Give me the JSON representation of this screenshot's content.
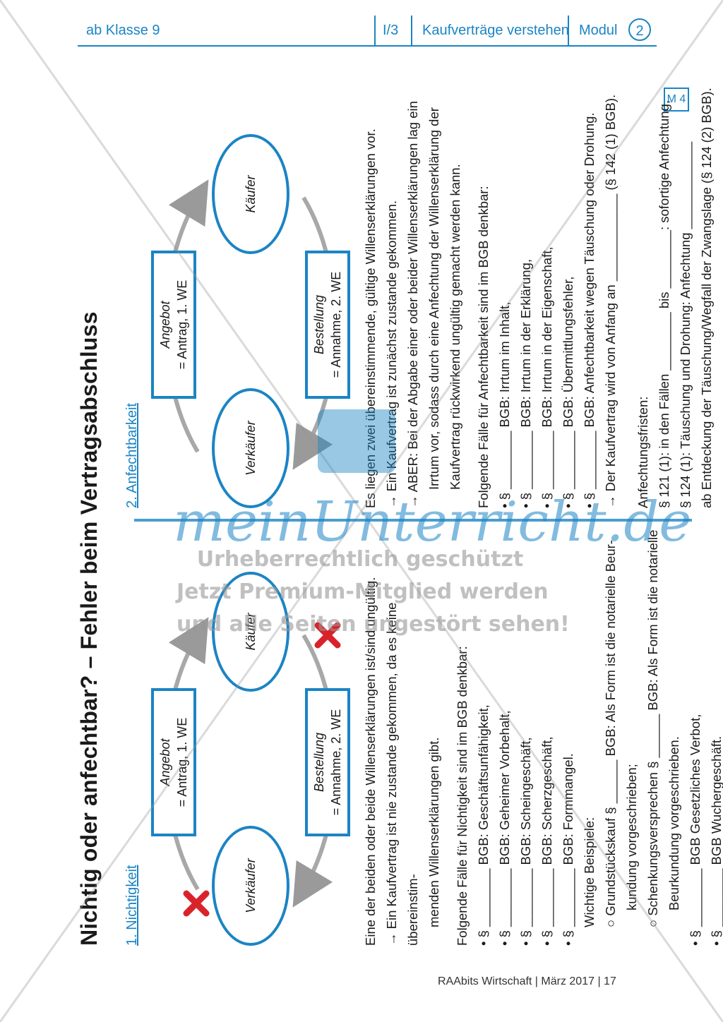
{
  "header": {
    "left": "ab Klasse 9",
    "code": "I/3",
    "topic": "Kaufverträge verstehen",
    "modul": "Modul",
    "modul_num": "2"
  },
  "tag": "M 4",
  "footer": "RAAbits Wirtschaft  |  März 2017  |  17",
  "title": "Nichtig oder anfechtbar? – Fehler beim Vertragsabschluss",
  "sec1": {
    "heading": "1. Nichtigkeit",
    "seller": "Verkäufer",
    "buyer": "Käufer",
    "box1_top": "Angebot",
    "box1_bot": "= Antrag, 1. WE",
    "box2_top": "Bestellung",
    "box2_bot": "= Annahme, 2. WE",
    "intro": "Eine der beiden oder beide Willenserklärungen ist/sind ungültig.",
    "arrow": "→ Ein Kaufvertrag ist nie zustande gekommen, da es keine übereinstim-",
    "arrow2": "menden Willenserklärungen gibt.",
    "cases_title": "Folgende Fälle für Nichtigkeit sind im BGB denkbar:",
    "cases": [
      "• § ________ BGB: Geschäftsunfähigkeit,",
      "• § ________ BGB: Geheimer Vorbehalt,",
      "• § ________ BGB: Scheingeschäft,",
      "• § ________ BGB: Scherzgeschäft,",
      "• § ________ BGB: Formmangel."
    ],
    "examples_title": "Wichtige Beispiele:",
    "ex1a": "○ Grundstückskauf § ______ BGB: Als Form ist die notarielle Beur-",
    "ex1b": "kundung vorgeschrieben;",
    "ex2a": "○ Schenkungsversprechen § ______ BGB: Als Form ist die notarielle",
    "ex2b": "Beurkundung vorgeschrieben.",
    "more": [
      "• § ________ BGB Gesetzliches Verbot,",
      "• § ________ BGB Wuchergeschäft."
    ]
  },
  "sec2": {
    "heading": "2. Anfechtbarkeit",
    "seller": "Verkäufer",
    "buyer": "Käufer",
    "box1_top": "Angebot",
    "box1_bot": "= Antrag, 1. WE",
    "box2_top": "Bestellung",
    "box2_bot": "= Annahme, 2. WE",
    "intro": "Es liegen zwei übereinstimmende, gültige Willenserklärungen vor.",
    "arrow1": "→ Ein Kaufvertrag ist zunächst zustande gekommen.",
    "arrow2a": "→ ABER: Bei der Abgabe einer oder beider Willenserklärungen lag ein",
    "arrow2b": "Irrtum vor, sodass durch eine Anfechtung der Willenserklärung der",
    "arrow2c": "Kaufvertrag rückwirkend ungültig gemacht werden kann.",
    "cases_title": "Folgende Fälle für Anfechtbarkeit sind im BGB denkbar:",
    "cases": [
      "• § ________ BGB: Irrtum im Inhalt,",
      "• § ________ BGB: Irrtum in der Erklärung,",
      "• § ________ BGB: Irrtum in der Eigenschaft,",
      "• § ________ BGB: Übermittlungsfehler,",
      "• § ________ BGB: Anfechtbarkeit wegen Täuschung oder Drohung."
    ],
    "result": "→ Der Kaufvertrag wird von Anfang an ____________ (§ 142 (1) BGB).",
    "deadlines_title": "Anfechtungsfristen:",
    "d1": "§ 121 (1): in den Fällen ________ bis ________: sofortige Anfechtung,",
    "d2": "§ 124 (1): Täuschung und Drohung: Anfechtung ____________",
    "d3": "ab Entdeckung der Täuschung/Wegfall der Zwangslage (§ 124 (2) BGB)."
  },
  "watermark": {
    "brand": "meinUnterricht.de",
    "l1": "Urheberrechtlich geschützt",
    "l2": "Jetzt Premium-Mitglied werden",
    "l3": "und alle Seiten ungestört sehen!"
  }
}
